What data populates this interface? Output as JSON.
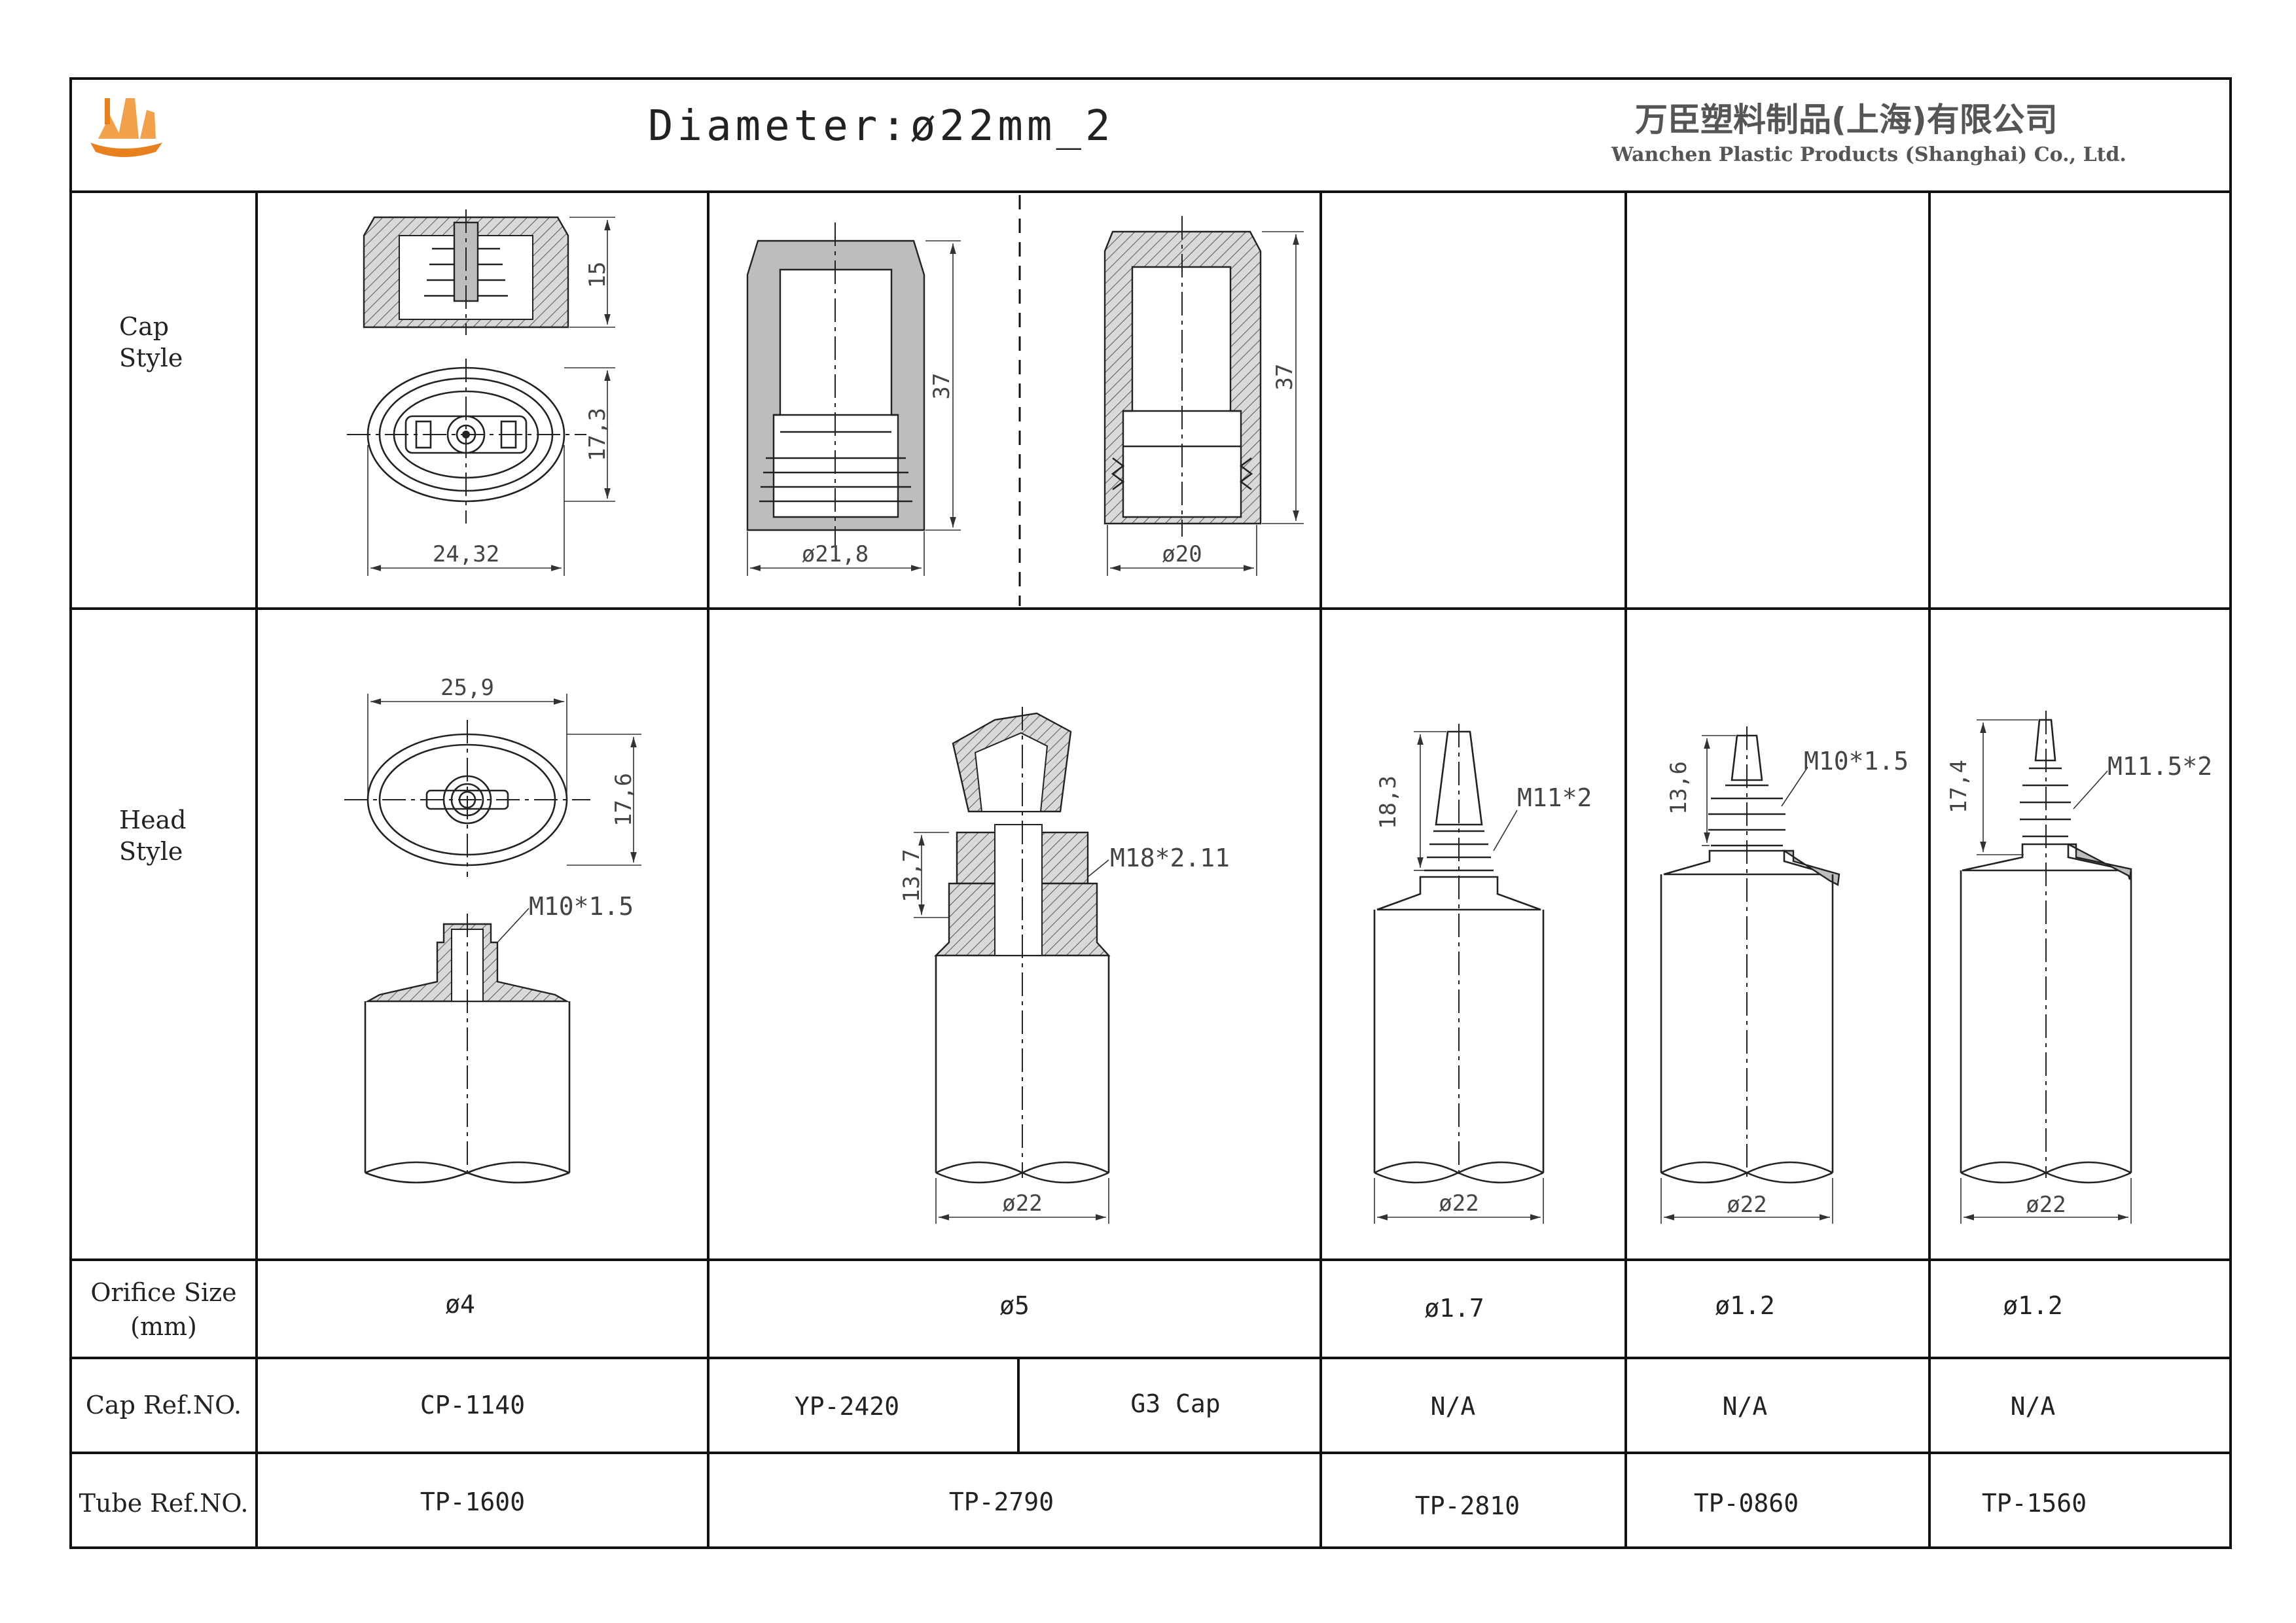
{
  "header": {
    "title": "Diameter:ø22mm_2",
    "company_cn": "万臣塑料制品(上海)有限公司",
    "company_en": "Wanchen Plastic Products (Shanghai) Co., Ltd."
  },
  "rows": {
    "cap_style": [
      "Cap",
      "Style"
    ],
    "head_style": [
      "Head",
      "Style"
    ],
    "orifice": [
      "Orifice Size",
      "(mm)"
    ],
    "cap_ref": "Cap Ref.NO.",
    "tube_ref": "Tube Ref.NO."
  },
  "cap_drawings": {
    "cp1140_height": "15",
    "cp1140_oval_height": "17,3",
    "cp1140_oval_width": "24,32",
    "yp2420_height": "37",
    "yp2420_diameter": "ø21,8",
    "g3_height": "37",
    "g3_diameter": "ø20"
  },
  "head_drawings": {
    "tp1600_width": "25,9",
    "tp1600_height": "17,6",
    "tp1600_thread": "M10*1.5",
    "tp2790_height": "13,7",
    "tp2790_thread": "M18*2.11",
    "tp2790_diameter": "ø22",
    "tp2810_height": "18,3",
    "tp2810_thread": "M11*2",
    "tp2810_diameter": "ø22",
    "tp0860_height": "13,6",
    "tp0860_thread": "M10*1.5",
    "tp0860_diameter": "ø22",
    "tp1560_height": "17,4",
    "tp1560_thread": "M11.5*2",
    "tp1560_diameter": "ø22"
  },
  "orifice_sizes": [
    "ø4",
    "ø5",
    "ø1.7",
    "ø1.2",
    "ø1.2"
  ],
  "cap_refs": [
    "CP-1140",
    "YP-2420",
    "G3 Cap",
    "N/A",
    "N/A",
    "N/A"
  ],
  "tube_refs": [
    "TP-1600",
    "TP-2790",
    "TP-2810",
    "TP-0860",
    "TP-1560"
  ],
  "colors": {
    "line": "#111111",
    "text": "#222222",
    "company": "#555555",
    "logo": "#e8801e"
  }
}
